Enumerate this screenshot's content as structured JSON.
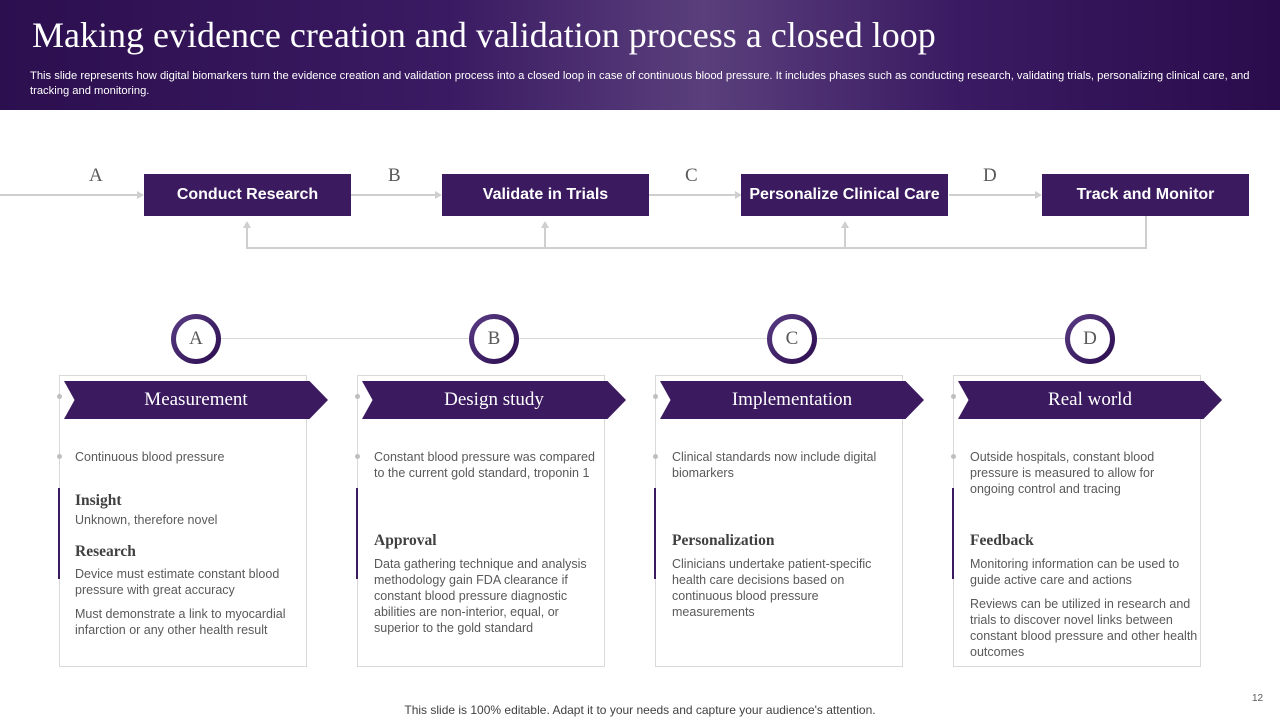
{
  "header": {
    "title": "Making evidence creation and validation process a closed loop",
    "subtitle": "This slide represents how digital biomarkers turn the evidence creation and validation process into a closed loop in case of continuous blood pressure. It includes phases such as conducting research, validating trials, personalizing clinical care, and tracking and monitoring."
  },
  "flow": {
    "steps": [
      {
        "letter": "A",
        "label": "Conduct Research"
      },
      {
        "letter": "B",
        "label": "Validate in Trials"
      },
      {
        "letter": "C",
        "label": "Personalize Clinical Care"
      },
      {
        "letter": "D",
        "label": "Track and Monitor"
      }
    ]
  },
  "phases": [
    {
      "letter": "A",
      "title": "Measurement",
      "intro": "Continuous blood pressure",
      "sections": [
        {
          "heading": "Insight",
          "text": "Unknown, therefore novel"
        },
        {
          "heading": "Research",
          "text": "Device must estimate constant blood pressure with great accuracy"
        }
      ],
      "extra": "Must demonstrate a link to myocardial infarction or any other health result"
    },
    {
      "letter": "B",
      "title": "Design study",
      "intro": "Constant blood pressure was compared to the current gold standard, troponin 1",
      "sections": [
        {
          "heading": "Approval",
          "text": "Data gathering technique and analysis methodology gain FDA clearance if constant blood pressure diagnostic abilities are non-interior, equal, or superior to the gold standard"
        }
      ]
    },
    {
      "letter": "C",
      "title": "Implementation",
      "intro": "Clinical standards now include digital biomarkers",
      "sections": [
        {
          "heading": "Personalization",
          "text": "Clinicians undertake patient-specific health care decisions based on continuous blood pressure measurements"
        }
      ]
    },
    {
      "letter": "D",
      "title": "Real world",
      "intro": "Outside hospitals, constant blood pressure is measured to allow for ongoing control and tracing",
      "sections": [
        {
          "heading": "Feedback",
          "text": "Monitoring information can be used to guide active care and actions"
        }
      ],
      "extra": "Reviews can be utilized in research and trials to discover novel links between constant blood pressure and other health outcomes"
    }
  ],
  "footer": {
    "note": "This slide is 100% editable. Adapt it to your needs and capture your audience's attention.",
    "page_number": "12"
  },
  "colors": {
    "primary": "#3b1a60",
    "header_dark": "#2c0f4f",
    "connector": "#cfcfcf"
  }
}
